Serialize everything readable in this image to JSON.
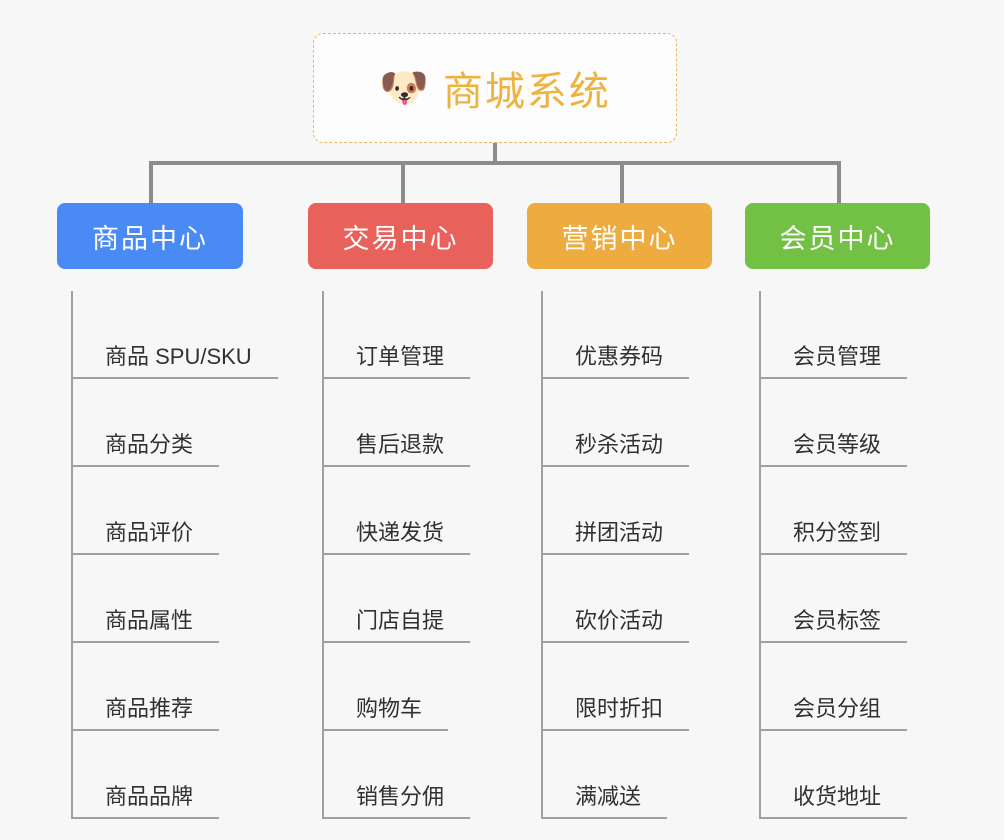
{
  "root": {
    "icon": "shiba-dog-face-emoji",
    "emoji": "🐶",
    "title": "商城系统",
    "color": "#f0b23f",
    "border_color": "#e6b95c"
  },
  "branches": [
    {
      "title": "商品中心",
      "color": "#4a8af4",
      "items": [
        "商品 SPU/SKU",
        "商品分类",
        "商品评价",
        "商品属性",
        "商品推荐",
        "商品品牌"
      ]
    },
    {
      "title": "交易中心",
      "color": "#e8615a",
      "items": [
        "订单管理",
        "售后退款",
        "快递发货",
        "门店自提",
        "购物车",
        "销售分佣"
      ]
    },
    {
      "title": "营销中心",
      "color": "#eeab3f",
      "items": [
        "优惠券码",
        "秒杀活动",
        "拼团活动",
        "砍价活动",
        "限时折扣",
        "满减送"
      ]
    },
    {
      "title": "会员中心",
      "color": "#72c044",
      "items": [
        "会员管理",
        "会员等级",
        "积分签到",
        "会员标签",
        "会员分组",
        "收货地址"
      ]
    }
  ],
  "connector_color": "#8c8c8c",
  "spine_color": "#a0a0a0",
  "background": "#f7f7f7"
}
